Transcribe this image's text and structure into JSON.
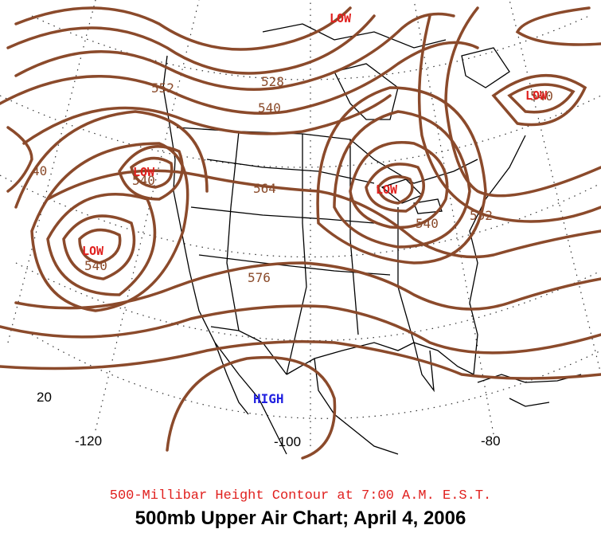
{
  "map": {
    "colors": {
      "contour": "#8b4a2b",
      "low_label": "#e0201e",
      "high_label": "#2020e0",
      "coast": "#000000",
      "graticule": "#333333"
    },
    "contour_labels": [
      "528",
      "540",
      "552",
      "564",
      "576",
      "540",
      "540",
      "540",
      "552",
      "540",
      "40"
    ],
    "pressure_centers": {
      "lows": [
        "LOW",
        "LOW",
        "LOW",
        "LOW",
        "LOW"
      ],
      "highs": [
        "HIGH"
      ]
    },
    "grid_labels": {
      "lat": [
        "20"
      ],
      "lon": [
        "-120",
        "-100",
        "-80"
      ]
    }
  },
  "caption": {
    "subtitle": "500-Millibar Height Contour at 7:00 A.M. E.S.T.",
    "title": "500mb Upper Air Chart; April 4, 2006"
  }
}
